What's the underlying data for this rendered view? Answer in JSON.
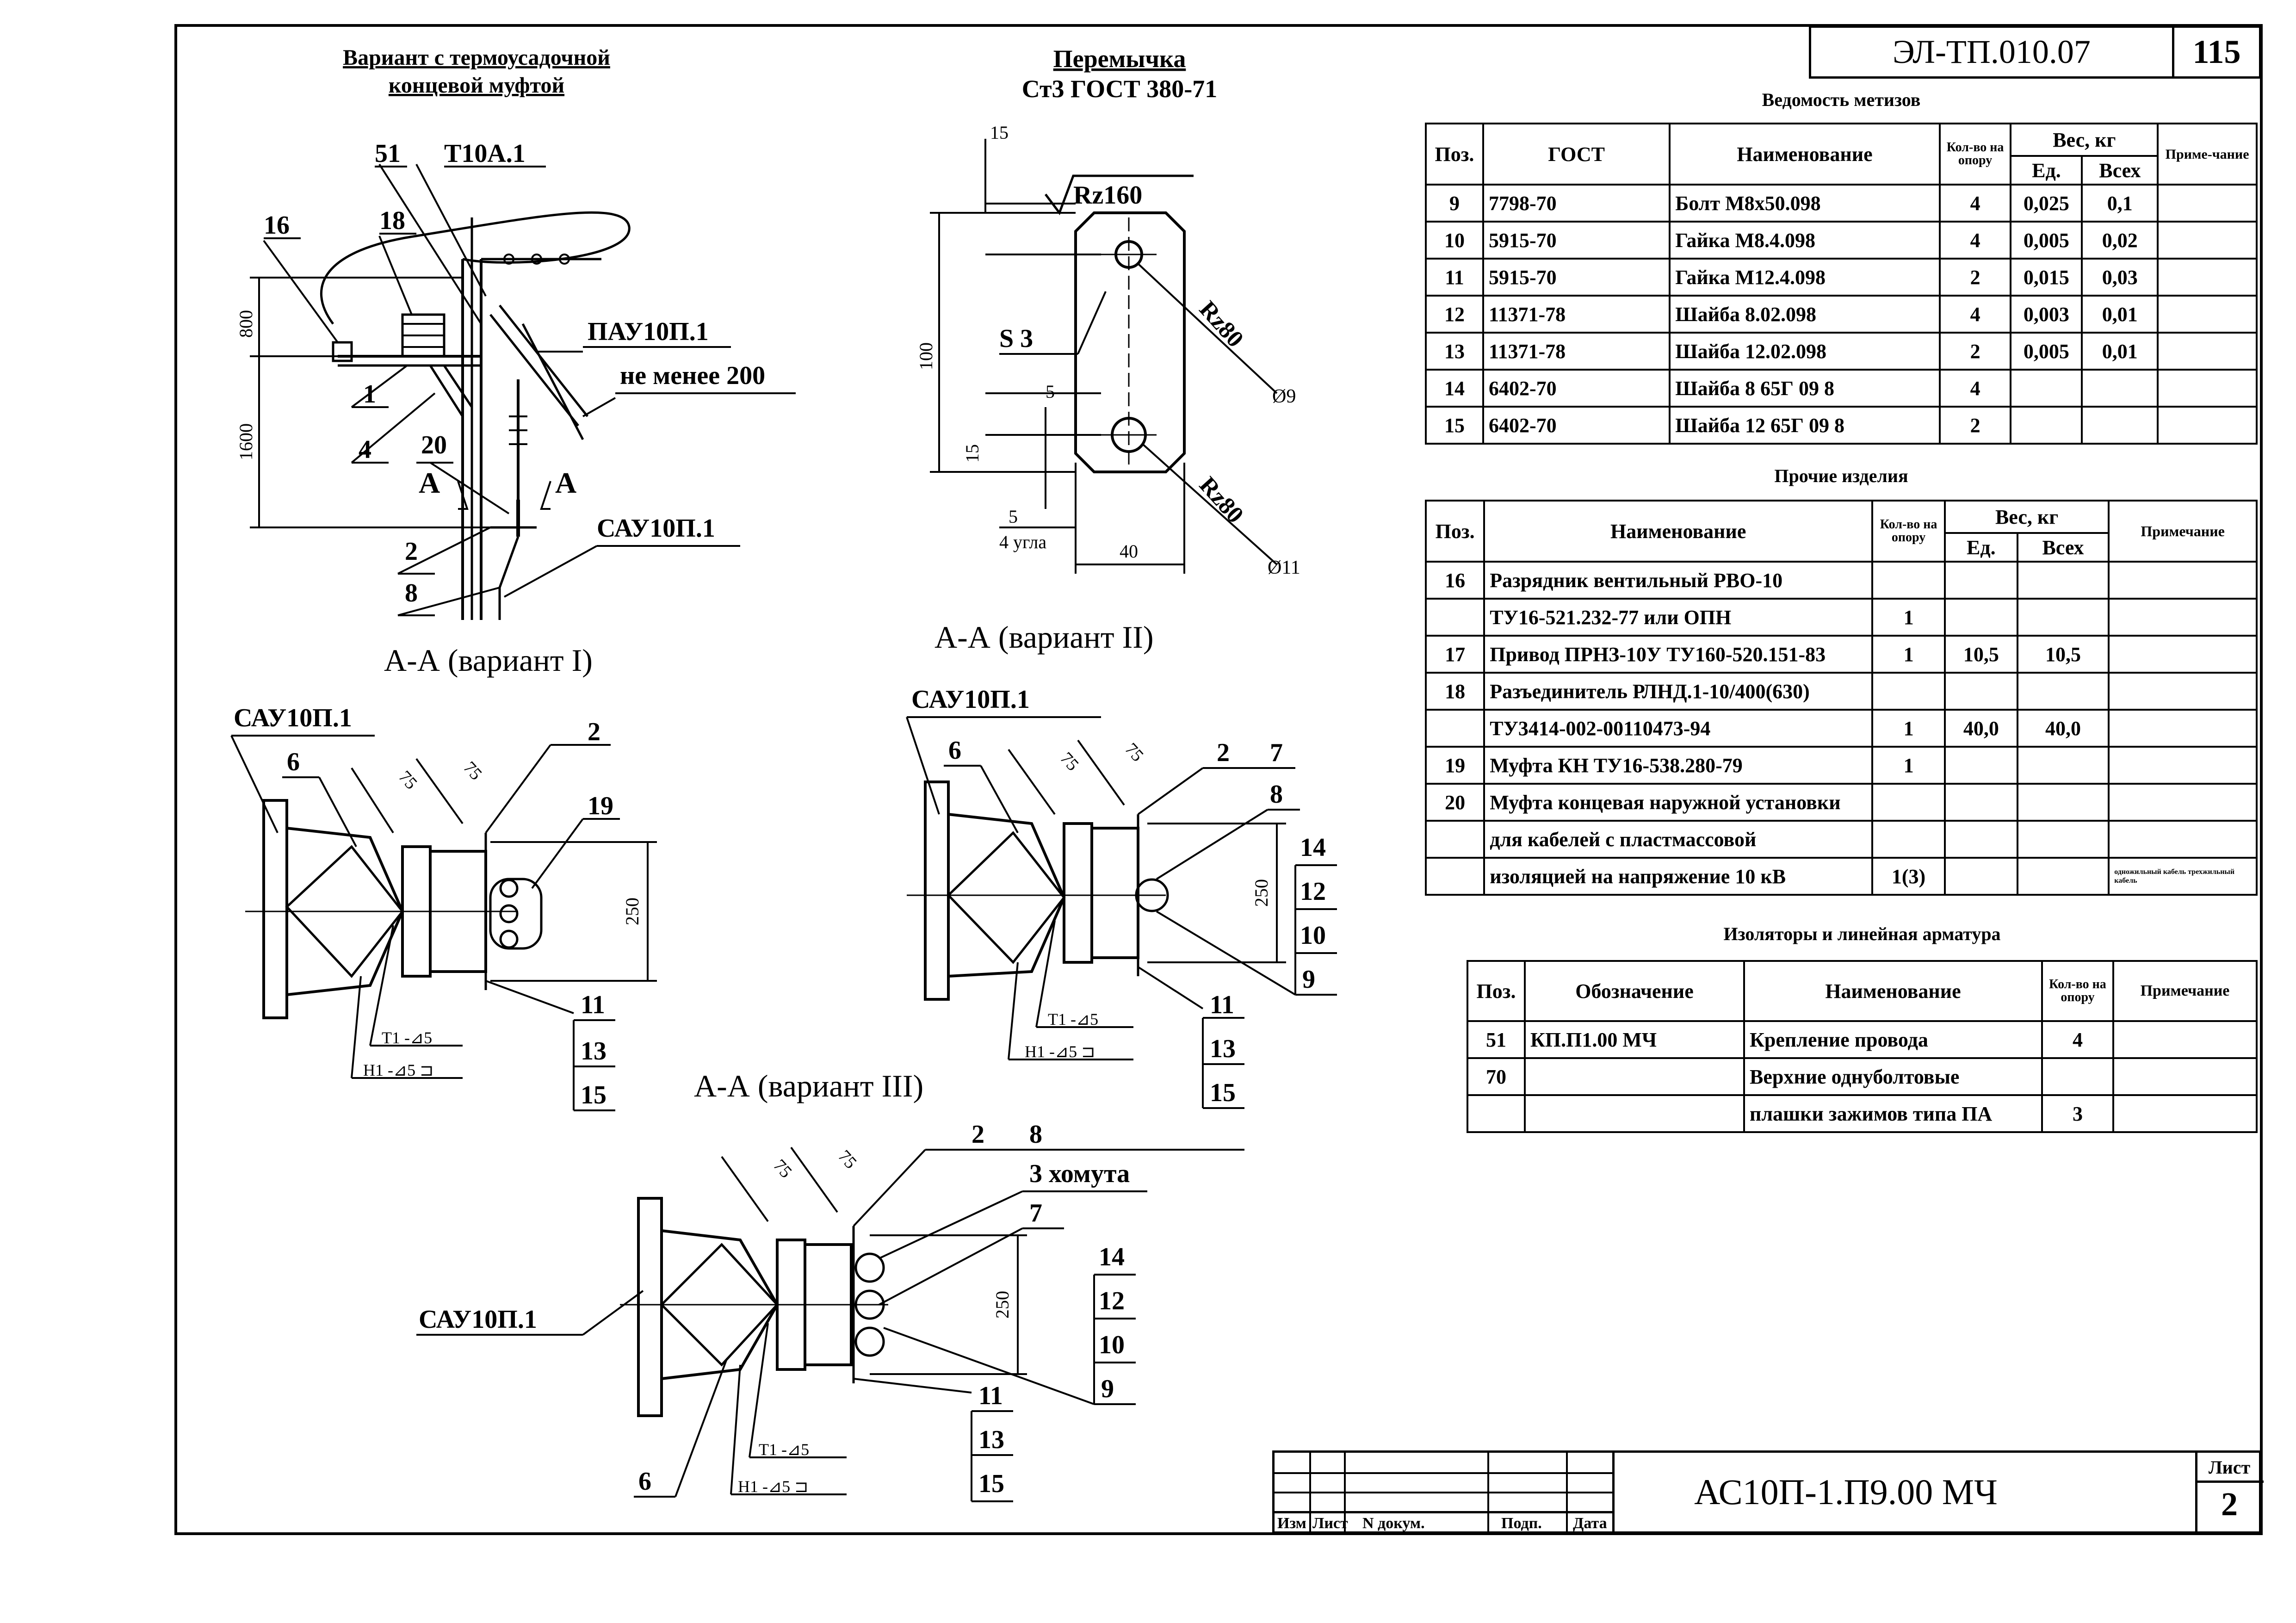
{
  "sheet_code": "ЭЛ-ТП.010.07",
  "page_number": "115",
  "doc_code": "АС10П-1.П9.00 МЧ",
  "sheet_label": "Лист",
  "sheet_number": "2",
  "stamp_headers": [
    "Изм",
    "Лист",
    "N докум.",
    "Подп.",
    "Дата"
  ],
  "drawing": {
    "main_title_line1": "Вариант с термоусадочной",
    "main_title_line2": "концевой муфтой",
    "jumper_title_line1": "Перемычка",
    "jumper_title_line2": "Ст3 ГОСТ 380-71",
    "section1_title": "А-А (вариант I)",
    "section2_title": "А-А (вариант II)",
    "section3_title": "А-А (вариант III)",
    "labels": {
      "l51": "51",
      "t10a": "Т10А.1",
      "l16": "16",
      "l18": "18",
      "pau": "ПАУ10П.1",
      "min200": "не менее  200",
      "l1": "1",
      "l4": "4",
      "l20": "20",
      "sectA": "А",
      "l2": "2",
      "l8": "8",
      "sau": "САУ10П.1",
      "dim800": "800",
      "dim1600": "1600",
      "l6": "6",
      "l19": "19",
      "l7": "7",
      "l11": "11",
      "l13": "13",
      "l15": "15",
      "l14": "14",
      "l12": "12",
      "l10": "10",
      "l9": "9",
      "dim75": "75",
      "dim250": "250",
      "weld_t1": "Т1 -⊿5",
      "weld_h1": "Н1 -⊿5 ⊐",
      "clamps": "3 хомута",
      "j15": "15",
      "rz160": "Rz160",
      "s3": "S 3",
      "rz80": "Rz80",
      "d9": "Ø9",
      "d11": "Ø11",
      "j100": "100",
      "j5": "5",
      "j40": "40",
      "corners": "4 угла"
    }
  },
  "fasteners": {
    "title": "Ведомость метизов",
    "headers": {
      "pos": "Поз.",
      "gost": "ГОСТ",
      "name": "Наименование",
      "qty": "Кол-во на опору",
      "weight": "Вес, кг",
      "unit": "Ед.",
      "total": "Всех",
      "note": "Приме-чание"
    },
    "rows": [
      {
        "pos": "9",
        "gost": "7798-70",
        "name": "Болт М8х50.098",
        "qty": "4",
        "unit": "0,025",
        "total": "0,1"
      },
      {
        "pos": "10",
        "gost": "5915-70",
        "name": "Гайка М8.4.098",
        "qty": "4",
        "unit": "0,005",
        "total": "0,02"
      },
      {
        "pos": "11",
        "gost": "5915-70",
        "name": "Гайка М12.4.098",
        "qty": "2",
        "unit": "0,015",
        "total": "0,03"
      },
      {
        "pos": "12",
        "gost": "11371-78",
        "name": "Шайба 8.02.098",
        "qty": "4",
        "unit": "0,003",
        "total": "0,01"
      },
      {
        "pos": "13",
        "gost": "11371-78",
        "name": "Шайба 12.02.098",
        "qty": "2",
        "unit": "0,005",
        "total": "0,01"
      },
      {
        "pos": "14",
        "gost": "6402-70",
        "name": "Шайба 8 65Г 09 8",
        "qty": "4",
        "unit": "",
        "total": ""
      },
      {
        "pos": "15",
        "gost": "6402-70",
        "name": "Шайба 12 65Г 09 8",
        "qty": "2",
        "unit": "",
        "total": ""
      }
    ]
  },
  "other_items": {
    "title": "Прочие изделия",
    "headers": {
      "pos": "Поз.",
      "name": "Наименование",
      "qty": "Кол-во на опору",
      "weight": "Вес, кг",
      "unit": "Ед.",
      "total": "Всех",
      "note": "Примечание"
    },
    "rows": [
      {
        "pos": "16",
        "name": "Разрядник вентильный РВО-10",
        "qty": "",
        "unit": "",
        "total": "",
        "note": ""
      },
      {
        "pos": "",
        "name": "ТУ16-521.232-77 или ОПН",
        "qty": "1",
        "unit": "",
        "total": "",
        "note": ""
      },
      {
        "pos": "17",
        "name": "Привод ПРНЗ-10У ТУ160-520.151-83",
        "qty": "1",
        "unit": "10,5",
        "total": "10,5",
        "note": ""
      },
      {
        "pos": "18",
        "name": "Разъединитель РЛНД.1-10/400(630)",
        "qty": "",
        "unit": "",
        "total": "",
        "note": ""
      },
      {
        "pos": "",
        "name": "ТУ3414-002-00110473-94",
        "qty": "1",
        "unit": "40,0",
        "total": "40,0",
        "note": ""
      },
      {
        "pos": "19",
        "name": "Муфта КН ТУ16-538.280-79",
        "qty": "1",
        "unit": "",
        "total": "",
        "note": ""
      },
      {
        "pos": "20",
        "name": "Муфта концевая наружной установки",
        "qty": "",
        "unit": "",
        "total": "",
        "note": ""
      },
      {
        "pos": "",
        "name": "для кабелей с пластмассовой",
        "qty": "",
        "unit": "",
        "total": "",
        "note": ""
      },
      {
        "pos": "",
        "name": "изоляцией на напряжение 10 кВ",
        "qty": "1(3)",
        "unit": "",
        "total": "",
        "note": "одножильный кабель трехжильный кабель"
      }
    ]
  },
  "insulators": {
    "title": "Изоляторы и линейная арматура",
    "headers": {
      "pos": "Поз.",
      "designation": "Обозначение",
      "name": "Наименование",
      "qty": "Кол-во на опору",
      "note": "Примечание"
    },
    "rows": [
      {
        "pos": "51",
        "designation": "КП.П1.00 МЧ",
        "name": "Крепление провода",
        "qty": "4",
        "note": ""
      },
      {
        "pos": "70",
        "designation": "",
        "name": "Верхние однуболтовые",
        "qty": "",
        "note": ""
      },
      {
        "pos": "",
        "designation": "",
        "name": "плашки зажимов типа ПА",
        "qty": "3",
        "note": ""
      }
    ]
  }
}
